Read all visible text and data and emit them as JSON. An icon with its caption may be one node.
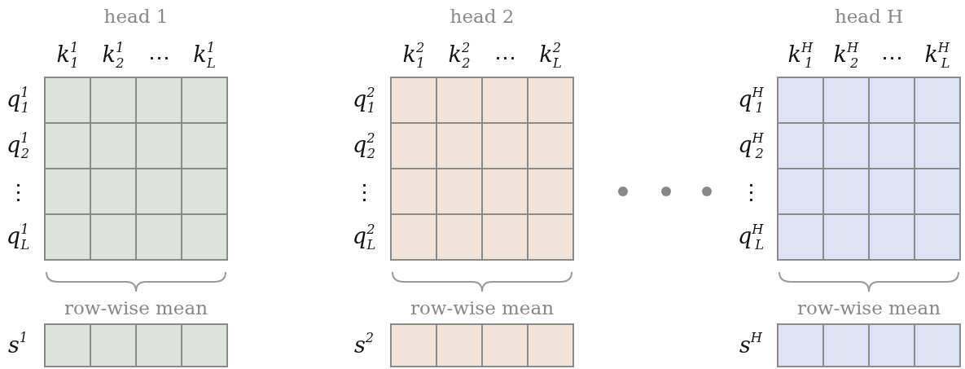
{
  "diagram": {
    "labels": [
      "head 1",
      "k$^{1}$$_{1}$",
      "k$^{1}$$_{2}$",
      "⋯",
      "k$^{1}$$_{L}$",
      "q$^{1}$$_{1}$",
      "q$^{1}$$_{2}$",
      "⋮",
      "q$^{1}$$_{L}$",
      "row-wise mean",
      "s$^{1}$",
      "head 2",
      "k$^{2}$$_{1}$",
      "k$^{2}$$_{2}$",
      "⋯",
      "k$^{2}$$_{L}$",
      "q$^{2}$$_{1}$",
      "q$^{2}$$_{2}$",
      "⋮",
      "q$^{2}$$_{L}$",
      "row-wise mean",
      "s$^{2}$",
      "head H",
      "k$^{H}$$_{1}$",
      "k$^{H}$$_{2}$",
      "⋯",
      "k$^{H}$$_{L}$",
      "q$^{H}$$_{1}$",
      "q$^{H}$$_{2}$",
      "⋮",
      "q$^{H}$$_{L}$",
      "row-wise mean",
      "s$^{H}$"
    ]
  }
}
